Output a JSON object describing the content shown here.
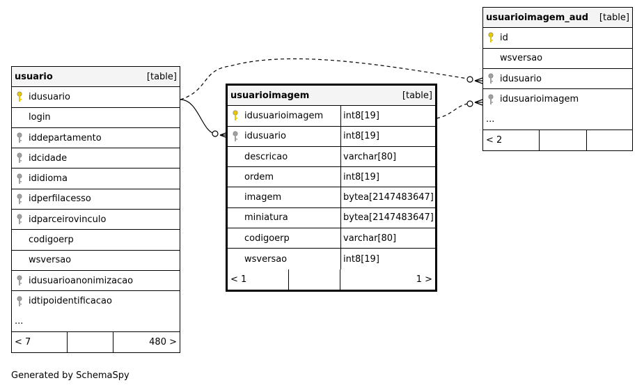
{
  "icons": {
    "pk": "primary-key-icon",
    "fk": "foreign-key-icon",
    "pk_color": "#e8c800",
    "fk_color": "#a0a0a0"
  },
  "tables": {
    "usuario": {
      "name": "usuario",
      "kind": "[table]",
      "columns": [
        {
          "name": "idusuario",
          "key": "pk"
        },
        {
          "name": "login",
          "key": ""
        },
        {
          "name": "iddepartamento",
          "key": "fk"
        },
        {
          "name": "idcidade",
          "key": "fk"
        },
        {
          "name": "ididioma",
          "key": "fk"
        },
        {
          "name": "idperfilacesso",
          "key": "fk"
        },
        {
          "name": "idparceirovinculo",
          "key": "fk"
        },
        {
          "name": "codigoerp",
          "key": ""
        },
        {
          "name": "wsversao",
          "key": ""
        },
        {
          "name": "idusuarioanonimizacao",
          "key": "fk"
        },
        {
          "name": "idtipoidentificacao",
          "key": "fk"
        }
      ],
      "ellipsis": "...",
      "footer": {
        "left": "< 7",
        "mid": "",
        "right": "480 >"
      }
    },
    "usuarioimagem": {
      "name": "usuarioimagem",
      "kind": "[table]",
      "columns": [
        {
          "name": "idusuarioimagem",
          "key": "pk",
          "type": "int8[19]"
        },
        {
          "name": "idusuario",
          "key": "fk",
          "type": "int8[19]"
        },
        {
          "name": "descricao",
          "key": "",
          "type": "varchar[80]"
        },
        {
          "name": "ordem",
          "key": "",
          "type": "int8[19]"
        },
        {
          "name": "imagem",
          "key": "",
          "type": "bytea[2147483647]"
        },
        {
          "name": "miniatura",
          "key": "",
          "type": "bytea[2147483647]"
        },
        {
          "name": "codigoerp",
          "key": "",
          "type": "varchar[80]"
        },
        {
          "name": "wsversao",
          "key": "",
          "type": "int8[19]"
        }
      ],
      "footer": {
        "left": "< 1",
        "mid": "",
        "right": "1 >"
      }
    },
    "usuarioimagem_aud": {
      "name": "usuarioimagem_aud",
      "kind": "[table]",
      "columns": [
        {
          "name": "id",
          "key": "pk"
        },
        {
          "name": "wsversao",
          "key": ""
        },
        {
          "name": "idusuario",
          "key": "fk"
        },
        {
          "name": "idusuarioimagem",
          "key": "fk"
        }
      ],
      "ellipsis": "...",
      "footer": {
        "left": "< 2",
        "mid": "",
        "right": ""
      }
    }
  },
  "generated_by": "Generated by SchemaSpy"
}
